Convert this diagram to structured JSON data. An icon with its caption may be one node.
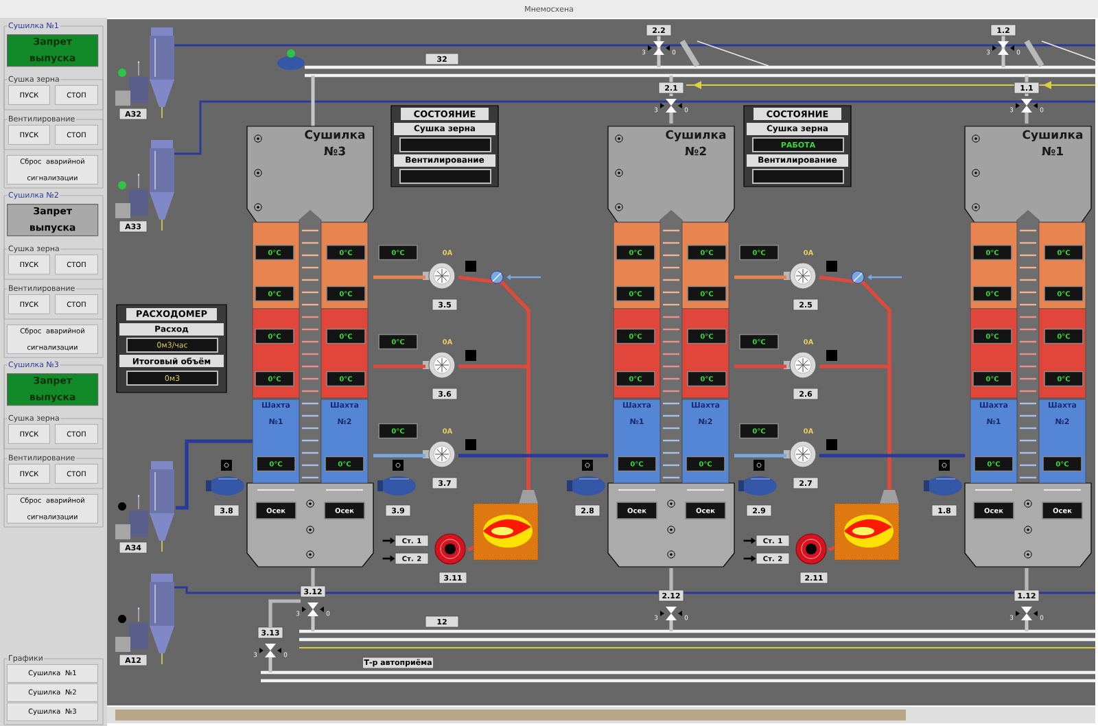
{
  "diagram": {
    "title": "Мнемосхена",
    "nodes": [
      {
        "text": [
          "Сушилка №1"
        ]
      },
      {
        "text": [
          "Запрет выпуска"
        ],
        "in": 0
      },
      {
        "text": [
          "Сушка зерна"
        ],
        "in": 0
      },
      {
        "text": [
          "ПУСК"
        ],
        "in": 2
      },
      {
        "text": [
          "СТОП"
        ],
        "in": 2
      },
      {
        "text": [
          "Вентилирование"
        ],
        "in": 0
      },
      {
        "text": [
          "ПУСК"
        ],
        "in": 5
      },
      {
        "text": [
          "СТОП"
        ],
        "in": 5
      },
      {
        "text": [
          "Сброс аварийной сигнализации"
        ],
        "in": 0
      },
      {
        "text": [
          "Сушилка №2"
        ]
      },
      {
        "text": [
          "Запрет выпуска"
        ],
        "in": 9
      },
      {
        "text": [
          "Сушка зерна"
        ],
        "in": 9
      },
      {
        "text": [
          "ПУСК"
        ],
        "in": 11
      },
      {
        "text": [
          "СТОП"
        ],
        "in": 11
      },
      {
        "text": [
          "Вентилирование"
        ],
        "in": 9
      },
      {
        "text": [
          "ПУСК"
        ],
        "in": 14
      },
      {
        "text": [
          "СТОП"
        ],
        "in": 14
      },
      {
        "text": [
          "Сброс аварийной сигнализации"
        ],
        "in": 9
      },
      {
        "text": [
          "Сушилка №3"
        ]
      },
      {
        "text": [
          "Запрет выпуска"
        ],
        "in": 18
      },
      {
        "text": [
          "Сушка зерна"
        ],
        "in": 18
      },
      {
        "text": [
          "ПУСК"
        ],
        "in": 20
      },
      {
        "text": [
          "СТОП"
        ],
        "in": 20
      },
      {
        "text": [
          "Вентилирование"
        ],
        "in": 18
      },
      {
        "text": [
          "ПУСК"
        ],
        "in": 23
      },
      {
        "text": [
          "СТОП"
        ],
        "in": 23
      },
      {
        "text": [
          "Сброс аварийной сигнализации"
        ],
        "in": 18
      },
      {
        "text": [
          "Графики"
        ]
      },
      {
        "text": [
          "Сушилка №1"
        ],
        "in": 27
      },
      {
        "text": [
          "Сушилка №2"
        ],
        "in": 27
      },
      {
        "text": [
          "Сушилка №3"
        ],
        "in": 27
      },
      {
        "text": [
          "А32"
        ]
      },
      {
        "text": [
          "А33"
        ]
      },
      {
        "text": [
          "А34"
        ]
      },
      {
        "text": [
          "А12"
        ]
      },
      {
        "text": [
          "Сушилка №3"
        ]
      },
      {
        "text": [
          "0°C"
        ],
        "in": 35
      },
      {
        "text": [
          "0°C"
        ],
        "in": 35
      },
      {
        "text": [
          "0°C"
        ],
        "in": 35
      },
      {
        "text": [
          "0°C"
        ],
        "in": 35
      },
      {
        "text": [
          "0°C"
        ],
        "in": 35
      },
      {
        "text": [
          "0°C"
        ],
        "in": 35
      },
      {
        "text": [
          "0°C"
        ],
        "in": 35
      },
      {
        "text": [
          "0°C"
        ],
        "in": 35
      },
      {
        "text": [
          "Шахта №1"
        ],
        "in": 35
      },
      {
        "text": [
          "0°C"
        ],
        "in": 44
      },
      {
        "text": [
          "Шахта №2"
        ],
        "in": 35
      },
      {
        "text": [
          "0°C"
        ],
        "in": 46
      },
      {
        "text": [
          "Осек"
        ],
        "in": 35
      },
      {
        "text": [
          "Осек"
        ],
        "in": 35
      },
      {
        "text": [
          "Сушилка №2"
        ]
      },
      {
        "text": [
          "0°C"
        ],
        "in": 50
      },
      {
        "text": [
          "0°C"
        ],
        "in": 50
      },
      {
        "text": [
          "0°C"
        ],
        "in": 50
      },
      {
        "text": [
          "0°C"
        ],
        "in": 50
      },
      {
        "text": [
          "0°C"
        ],
        "in": 50
      },
      {
        "text": [
          "0°C"
        ],
        "in": 50
      },
      {
        "text": [
          "0°C"
        ],
        "in": 50
      },
      {
        "text": [
          "0°C"
        ],
        "in": 50
      },
      {
        "text": [
          "Шахта №1"
        ],
        "in": 50
      },
      {
        "text": [
          "0°C"
        ],
        "in": 59
      },
      {
        "text": [
          "Шахта №2"
        ],
        "in": 50
      },
      {
        "text": [
          "0°C"
        ],
        "in": 61
      },
      {
        "text": [
          "Осек"
        ],
        "in": 50
      },
      {
        "text": [
          "Осек"
        ],
        "in": 50
      },
      {
        "text": [
          "Сушилка №1"
        ]
      },
      {
        "text": [
          "0°C"
        ],
        "in": 65
      },
      {
        "text": [
          "0°C"
        ],
        "in": 65
      },
      {
        "text": [
          "0°C"
        ],
        "in": 65
      },
      {
        "text": [
          "0°C"
        ],
        "in": 65
      },
      {
        "text": [
          "0°C"
        ],
        "in": 65
      },
      {
        "text": [
          "0°C"
        ],
        "in": 65
      },
      {
        "text": [
          "0°C"
        ],
        "in": 65
      },
      {
        "text": [
          "0°C"
        ],
        "in": 65
      },
      {
        "text": [
          "Шахта №1"
        ],
        "in": 65
      },
      {
        "text": [
          "0°C"
        ],
        "in": 74
      },
      {
        "text": [
          "Шахта №2"
        ],
        "in": 65
      },
      {
        "text": [
          "0°C"
        ],
        "in": 76
      },
      {
        "text": [
          "Осек"
        ],
        "in": 65
      },
      {
        "text": [
          "Осек"
        ],
        "in": 65
      },
      {
        "text": [
          "СОСТОЯНИЕ",
          "Сушка зерна",
          "Вентилирование"
        ]
      },
      {
        "text": [],
        "shape": "box",
        "in": 80
      },
      {
        "text": [],
        "shape": "box",
        "in": 80
      },
      {
        "text": [
          "СОСТОЯНИЕ",
          "Сушка зерна",
          "Вентилирование"
        ]
      },
      {
        "text": [
          "РАБОТА"
        ],
        "in": 83
      },
      {
        "text": [],
        "shape": "box",
        "in": 83
      },
      {
        "text": [
          "РАСХОДОМЕР",
          "Расход",
          "Итоговый объём"
        ]
      },
      {
        "text": [
          "0м3/час"
        ],
        "in": 86
      },
      {
        "text": [
          "0м3"
        ],
        "in": 86
      },
      {
        "text": [
          "0°C"
        ]
      },
      {
        "text": [
          "0А",
          "3.5"
        ]
      },
      {
        "text": [
          "0°C"
        ]
      },
      {
        "text": [
          "0А",
          "3.6"
        ]
      },
      {
        "text": [
          "0°C"
        ]
      },
      {
        "text": [
          "0А",
          "3.7"
        ]
      },
      {
        "text": [
          "0°C"
        ]
      },
      {
        "text": [
          "0А",
          "2.5"
        ]
      },
      {
        "text": [
          "0°C"
        ]
      },
      {
        "text": [
          "0А",
          "2.6"
        ]
      },
      {
        "text": [
          "0°C"
        ]
      },
      {
        "text": [
          "0А",
          "2.7"
        ]
      },
      {
        "text": [
          "3.8"
        ]
      },
      {
        "text": [
          "3.9"
        ]
      },
      {
        "text": [
          "2.8"
        ]
      },
      {
        "text": [
          "2.9"
        ]
      },
      {
        "text": [
          "1.8"
        ]
      },
      {
        "text": [],
        "shape": "picture"
      },
      {
        "text": [
          "3.11"
        ]
      },
      {
        "text": [
          "Ст. 1"
        ]
      },
      {
        "text": [
          "Ст. 2"
        ]
      },
      {
        "text": [],
        "shape": "picture"
      },
      {
        "text": [
          "2.11"
        ]
      },
      {
        "text": [
          "Ст. 1"
        ]
      },
      {
        "text": [
          "Ст. 2"
        ]
      },
      {
        "text": [
          "2.2"
        ],
        "beside": [
          "3",
          "0"
        ]
      },
      {
        "text": [
          "2.1"
        ],
        "beside": [
          "3",
          "0"
        ]
      },
      {
        "text": [
          "1.2"
        ],
        "beside": [
          "3",
          "0"
        ]
      },
      {
        "text": [
          "1.1"
        ],
        "beside": [
          "3",
          "0"
        ]
      },
      {
        "text": [
          "3.12"
        ],
        "beside": [
          "3",
          "0"
        ]
      },
      {
        "text": [
          "3.13"
        ],
        "beside": [
          "3",
          "0"
        ]
      },
      {
        "text": [
          "2.12"
        ],
        "beside": [
          "3",
          "0"
        ]
      },
      {
        "text": [
          "1.12"
        ],
        "beside": [
          "3",
          "0"
        ]
      }
    ],
    "edges": [
      {
        "from": null,
        "to": 108,
        "arrow": "to",
        "color": "#000000"
      },
      {
        "from": null,
        "to": 109,
        "arrow": "to",
        "color": "#000000"
      },
      {
        "from": null,
        "to": 112,
        "arrow": "to",
        "color": "#000000"
      },
      {
        "from": null,
        "to": 113,
        "arrow": "to",
        "color": "#000000"
      },
      {
        "from": 107,
        "to": 106,
        "arrow": "none"
      },
      {
        "from": 106,
        "to": 90,
        "arrow": "none"
      },
      {
        "from": 106,
        "to": 92,
        "arrow": "none"
      },
      {
        "from": 111,
        "to": 110,
        "arrow": "none"
      },
      {
        "from": 110,
        "to": 96,
        "arrow": "none"
      },
      {
        "from": 110,
        "to": 98,
        "arrow": "none"
      },
      {
        "from": 90,
        "to": 35,
        "arrow": "none",
        "color": "#e8844f"
      },
      {
        "from": 92,
        "to": 35,
        "arrow": "none"
      },
      {
        "from": 94,
        "to": 35,
        "arrow": "none",
        "color": "#7aa8e0"
      },
      {
        "from": 96,
        "to": 50,
        "arrow": "none",
        "color": "#e8844f"
      },
      {
        "from": 98,
        "to": 50,
        "arrow": "none"
      },
      {
        "from": 100,
        "to": 50,
        "arrow": "none",
        "color": "#7aa8e0"
      },
      {
        "from": 94,
        "to": 50,
        "arrow": "none",
        "color": "#2a3a9a"
      },
      {
        "from": 100,
        "to": 65,
        "arrow": "none",
        "color": "#2a3a9a"
      },
      {
        "from": 33,
        "to": 44,
        "arrow": "none",
        "color": "#2a3a9a"
      },
      {
        "from": 115,
        "to": 50,
        "arrow": "none",
        "color": "#b8b8b8"
      },
      {
        "from": 117,
        "to": 65,
        "arrow": "none",
        "color": "#b8b8b8"
      },
      {
        "from": 35,
        "to": 118,
        "arrow": "none",
        "color": "#b8b8b8"
      },
      {
        "from": 118,
        "to": 119,
        "arrow": "none",
        "color": "#b8b8b8"
      },
      {
        "from": 50,
        "to": 120,
        "arrow": "none",
        "color": "#b8b8b8"
      },
      {
        "from": 65,
        "to": 121,
        "arrow": "none",
        "color": "#b8b8b8"
      }
    ],
    "labels": [
      "32",
      "12",
      "Т-р автоприёма"
    ]
  }
}
